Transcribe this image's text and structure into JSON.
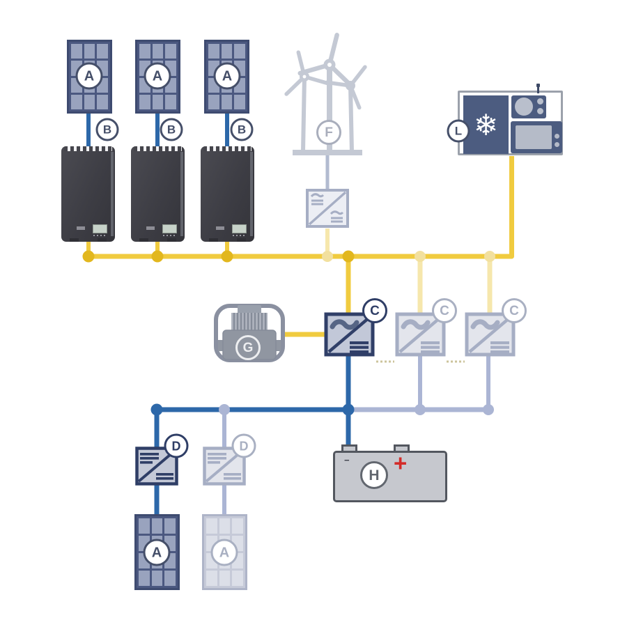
{
  "labels": {
    "a": "A",
    "b": "B",
    "c": "C",
    "d": "D",
    "f": "F",
    "g": "G",
    "h": "H",
    "l": "L"
  },
  "component_names": {
    "a": "pv-array",
    "b": "pv-inverter",
    "c": "battery-inverter",
    "d": "charge-controller",
    "f": "wind-turbines",
    "g": "generator",
    "h": "battery",
    "l": "appliances-loads"
  },
  "battery": {
    "plus_sign": "+",
    "minus_sign": "−"
  },
  "icons": {
    "snowflake": "❄"
  },
  "colors": {
    "ac_line": "#F0CB3F",
    "ac_junction": "#E2B71E",
    "ac_line_faded": "#F6E7AC",
    "ac_junction_faded": "#F2E09E",
    "dc_line": "#2D68A9",
    "dc_line_faded": "#ABB5D4",
    "outline": "#303F68",
    "outline_faded": "#A6AEC4",
    "appliance_blue": "#4C5C80",
    "neutral_gray": "#9096A1",
    "plus_red": "#D32B28"
  }
}
